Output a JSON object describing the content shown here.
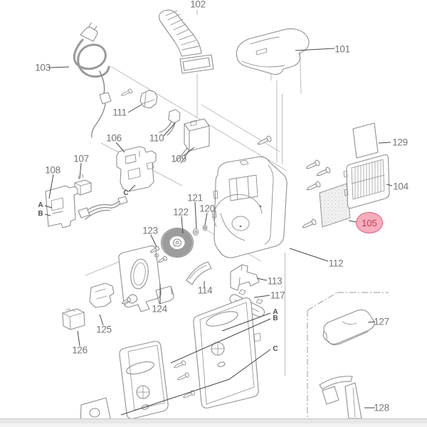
{
  "diagram": {
    "type": "exploded-parts-diagram",
    "labels": {
      "101": "101",
      "102": "102",
      "103": "103",
      "104": "104",
      "105": "105",
      "106": "106",
      "107": "107",
      "108": "108",
      "109": "109",
      "110": "110",
      "111": "111",
      "112": "112",
      "113": "113",
      "114": "114",
      "117": "117",
      "120": "120",
      "121": "121",
      "122": "122",
      "123": "123",
      "124": "124",
      "125": "125",
      "126": "126",
      "127": "127",
      "128": "128",
      "129": "129"
    },
    "reference_letters": {
      "A": "A",
      "B": "B",
      "C": "C"
    },
    "highlighted_part": {
      "id": "105",
      "badge_fill": "#f6aebd",
      "badge_border": "#dd607b",
      "badge_text_color": "#c23a56"
    },
    "line_color": "#8f8f8f",
    "leader_color": "#474747",
    "label_color": "#757575"
  },
  "footer": {
    "bar_color": "#e7e7e7",
    "bar_edge_color": "#c6c6c6"
  }
}
